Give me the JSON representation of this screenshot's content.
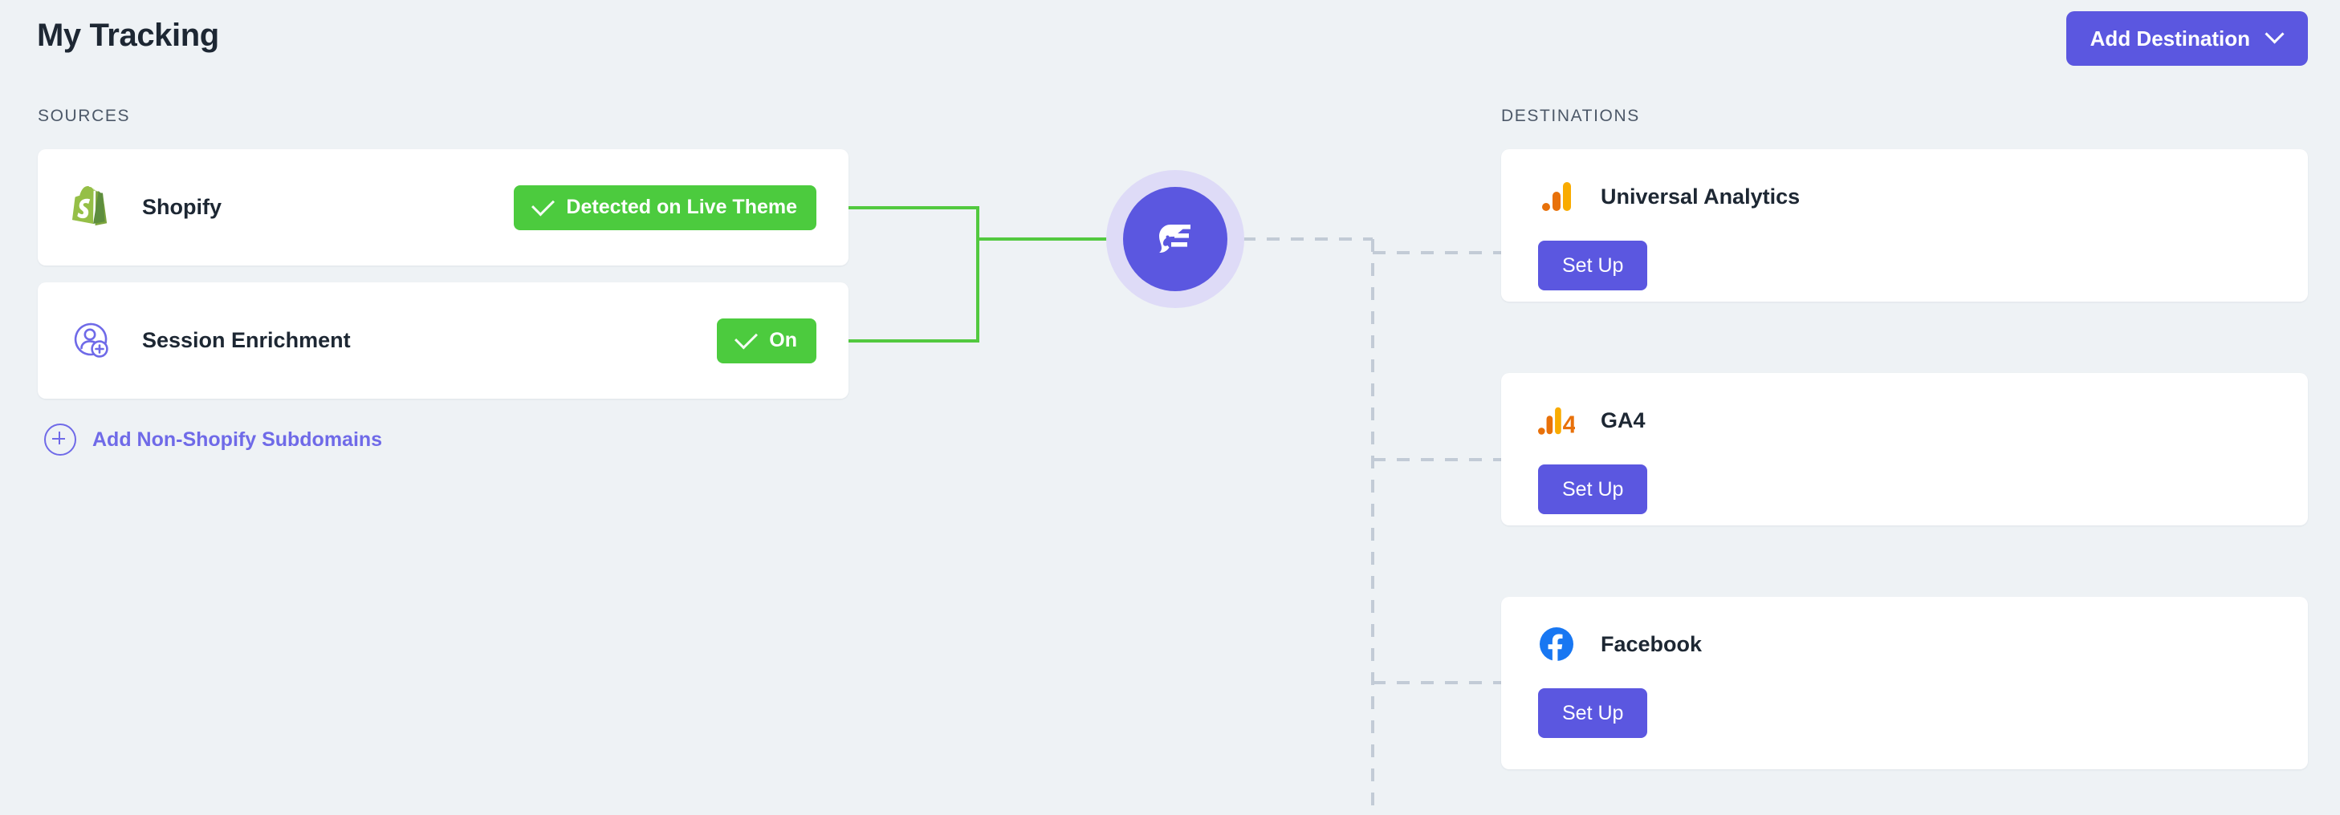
{
  "header": {
    "title": "My Tracking",
    "add_destination_label": "Add Destination",
    "add_destination_icon": "chevron-down-icon"
  },
  "columns": {
    "sources_label": "SOURCES",
    "destinations_label": "DESTINATIONS"
  },
  "sources": {
    "items": [
      {
        "id": "shopify",
        "name": "Shopify",
        "icon": "shopify-bag-icon",
        "badge_label": "Detected on Live Theme",
        "badge_icon": "check-icon",
        "badge_color": "#4ccb3e"
      },
      {
        "id": "session-enrichment",
        "name": "Session Enrichment",
        "icon": "user-plus-icon",
        "badge_label": "On",
        "badge_icon": "check-icon",
        "badge_color": "#4ccb3e"
      }
    ],
    "add_subdomains_label": "Add Non-Shopify Subdomains",
    "add_subdomains_icon": "plus-circle-icon"
  },
  "hub": {
    "icon": "elevar-bird-logo",
    "ring_color": "#dedbf7",
    "circle_color": "#5b57e0"
  },
  "destinations": {
    "items": [
      {
        "id": "universal-analytics",
        "name": "Universal Analytics",
        "icon": "google-analytics-bars-icon",
        "action_label": "Set Up"
      },
      {
        "id": "ga4",
        "name": "GA4",
        "icon": "ga4-bars-icon",
        "action_label": "Set Up"
      },
      {
        "id": "facebook",
        "name": "Facebook",
        "icon": "facebook-icon",
        "action_label": "Set Up"
      }
    ]
  },
  "theme": {
    "background": "#eef2f5",
    "accent_purple": "#5b57e0",
    "link_purple": "#6f6ae8",
    "success_green": "#4ccb3e",
    "connector_active": "#52c93f",
    "connector_inactive": "#c2cbd6",
    "facebook_blue": "#1877f2",
    "analytics_orange": "#e8710a",
    "analytics_yellow": "#f9ab00",
    "shopify_green": "#95bf47"
  }
}
